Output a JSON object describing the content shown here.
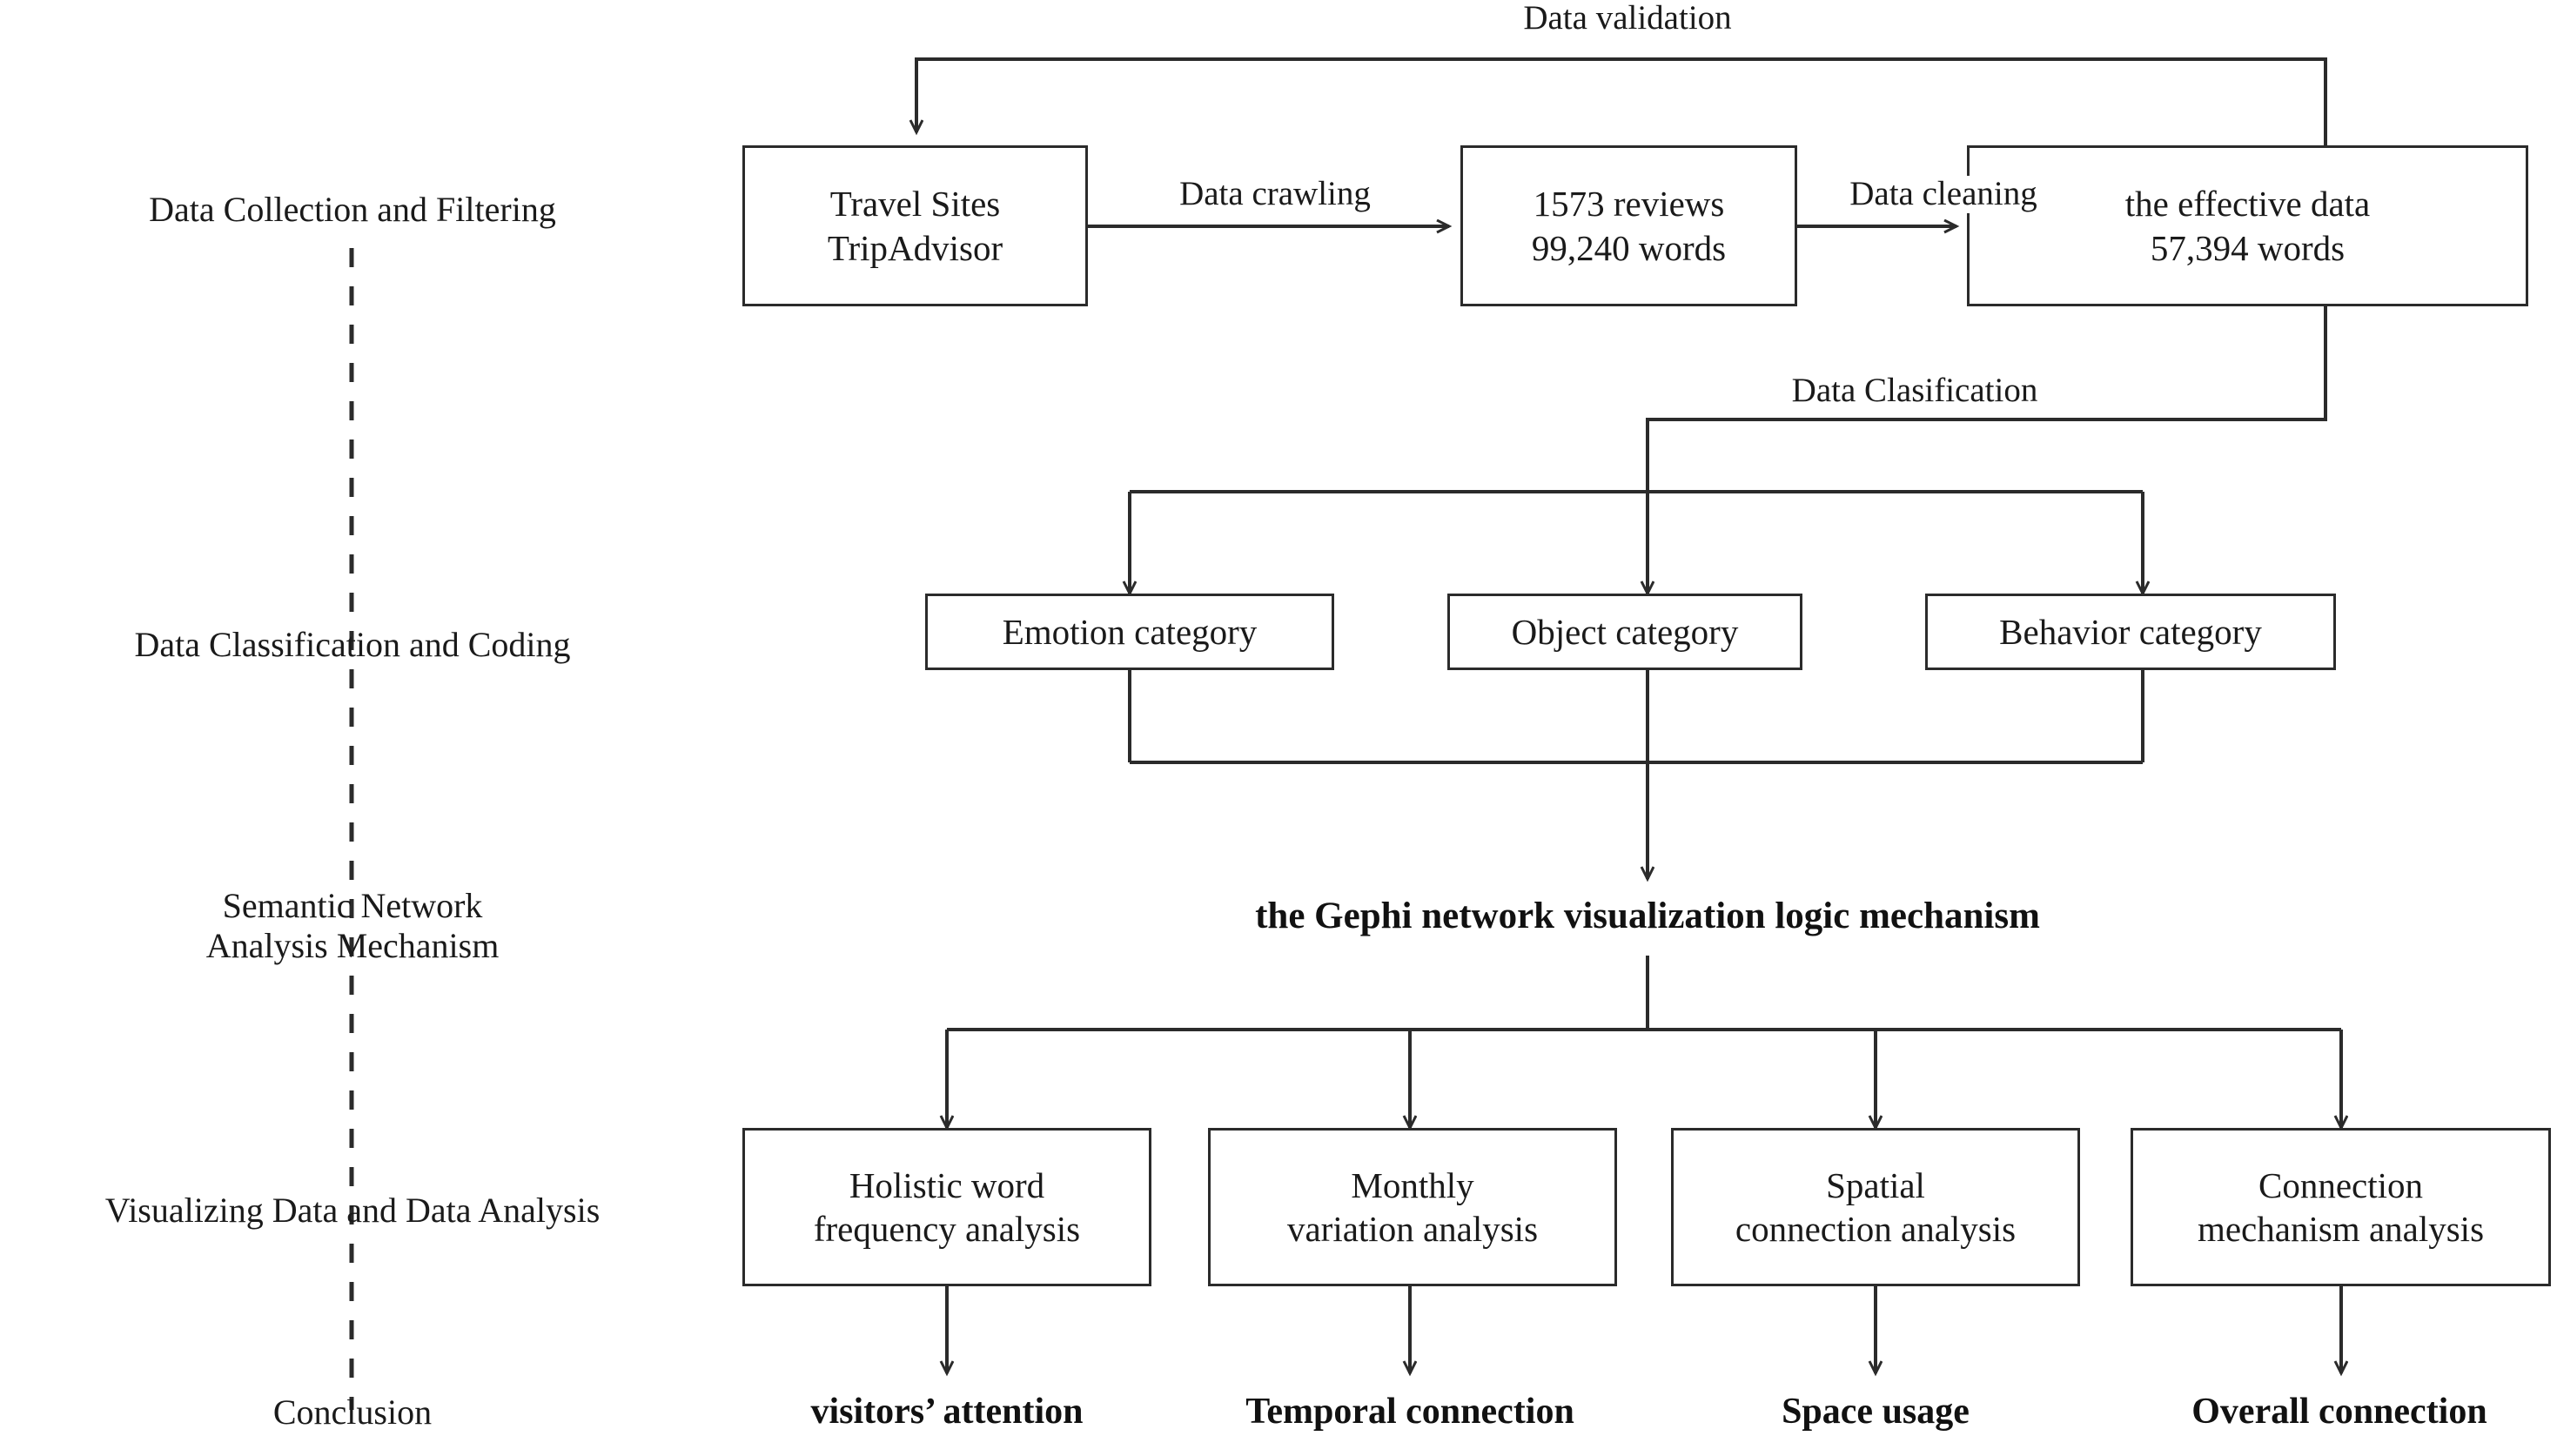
{
  "diagram": {
    "title": "Research workflow flowchart",
    "colors": {
      "line": "#2b2b2b",
      "text": "#1a1a1a",
      "background": "#ffffff"
    }
  },
  "stages": [
    {
      "id": "stage-collection",
      "label": "Data Collection and Filtering"
    },
    {
      "id": "stage-classification",
      "label": "Data Classification and Coding"
    },
    {
      "id": "stage-semantic",
      "label": "Semantic Network\nAnalysis Mechanism"
    },
    {
      "id": "stage-visualizing",
      "label": "Visualizing Data and Data Analysis"
    },
    {
      "id": "stage-conclusion",
      "label": "Conclusion"
    }
  ],
  "collection_row": {
    "boxes": [
      {
        "id": "box-travel-sites",
        "label": "Travel Sites\nTripAdvisor"
      },
      {
        "id": "box-reviews",
        "label": "1573 reviews\n99,240 words"
      },
      {
        "id": "box-effective-data",
        "label": "the effective data\n57,394 words"
      }
    ],
    "edge_labels": [
      {
        "id": "label-data-crawling",
        "label": "Data crawling"
      },
      {
        "id": "label-data-cleaning",
        "label": "Data cleaning"
      },
      {
        "id": "label-data-validation",
        "label": "Data validation"
      }
    ]
  },
  "classification_row": {
    "edge_label": "Data Clasification",
    "boxes": [
      {
        "id": "box-emotion-category",
        "label": "Emotion category"
      },
      {
        "id": "box-object-category",
        "label": "Object category"
      },
      {
        "id": "box-behavior-category",
        "label": "Behavior category"
      }
    ]
  },
  "semantic_row": {
    "title": "the Gephi network visualization logic mechanism"
  },
  "analysis_row": {
    "boxes": [
      {
        "id": "box-holistic-word-frequency",
        "label": "Holistic word\nfrequency analysis"
      },
      {
        "id": "box-monthly-variation",
        "label": "Monthly\nvariation analysis"
      },
      {
        "id": "box-spatial-connection",
        "label": "Spatial\nconnection analysis"
      },
      {
        "id": "box-connection-mechanism",
        "label": "Connection\nmechanism analysis"
      }
    ]
  },
  "conclusion_row": {
    "items": [
      {
        "id": "conclusion-visitors-attention",
        "label": "visitors’  attention"
      },
      {
        "id": "conclusion-temporal-connection",
        "label": "Temporal connection"
      },
      {
        "id": "conclusion-space-usage",
        "label": "Space usage"
      },
      {
        "id": "conclusion-overall-connection",
        "label": "Overall connection"
      }
    ]
  }
}
